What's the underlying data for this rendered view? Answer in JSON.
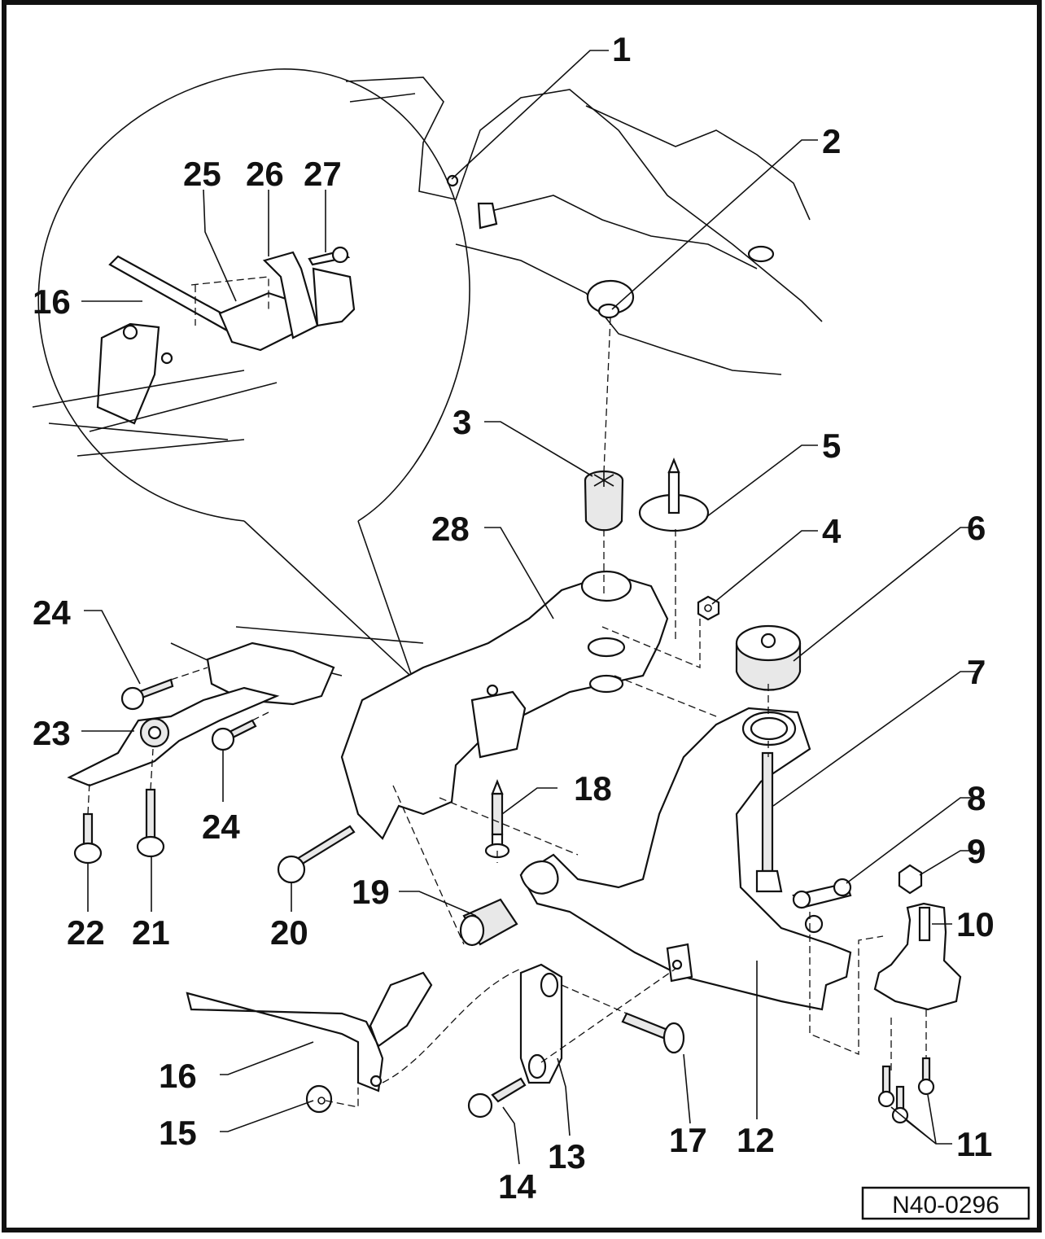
{
  "diagram": {
    "title": "Front axle subframe and suspension exploded view",
    "reference_id": "N40-0296",
    "callouts": [
      {
        "id": "c1",
        "label": "1",
        "target": "body mounting point"
      },
      {
        "id": "c2",
        "label": "2",
        "target": "body mounting hole"
      },
      {
        "id": "c3",
        "label": "3",
        "target": "rubber mount bushing"
      },
      {
        "id": "c4",
        "label": "4",
        "target": "nut"
      },
      {
        "id": "c5",
        "label": "5",
        "target": "bolt with washer"
      },
      {
        "id": "c6",
        "label": "6",
        "target": "control arm bushing"
      },
      {
        "id": "c7",
        "label": "7",
        "target": "bolt"
      },
      {
        "id": "c8",
        "label": "8",
        "target": "nuts"
      },
      {
        "id": "c9",
        "label": "9",
        "target": "nut"
      },
      {
        "id": "c10",
        "label": "10",
        "target": "ball joint"
      },
      {
        "id": "c11",
        "label": "11",
        "target": "bolts"
      },
      {
        "id": "c12",
        "label": "12",
        "target": "lower control arm"
      },
      {
        "id": "c13",
        "label": "13",
        "target": "stabilizer link"
      },
      {
        "id": "c14",
        "label": "14",
        "target": "bolt"
      },
      {
        "id": "c15",
        "label": "15",
        "target": "nut"
      },
      {
        "id": "c16a",
        "label": "16",
        "target": "stabilizer bar (detail)"
      },
      {
        "id": "c16b",
        "label": "16",
        "target": "stabilizer bar"
      },
      {
        "id": "c17",
        "label": "17",
        "target": "bolt"
      },
      {
        "id": "c18",
        "label": "18",
        "target": "bolt"
      },
      {
        "id": "c19",
        "label": "19",
        "target": "bushing"
      },
      {
        "id": "c20",
        "label": "20",
        "target": "bolt"
      },
      {
        "id": "c21",
        "label": "21",
        "target": "bolt"
      },
      {
        "id": "c22",
        "label": "22",
        "target": "bolt"
      },
      {
        "id": "c23",
        "label": "23",
        "target": "pendulum support mount"
      },
      {
        "id": "c24a",
        "label": "24",
        "target": "bolt"
      },
      {
        "id": "c24b",
        "label": "24",
        "target": "bolt"
      },
      {
        "id": "c25",
        "label": "25",
        "target": "rubber bushing"
      },
      {
        "id": "c26",
        "label": "26",
        "target": "clamp"
      },
      {
        "id": "c27",
        "label": "27",
        "target": "bolt"
      },
      {
        "id": "c28",
        "label": "28",
        "target": "subframe"
      }
    ]
  }
}
